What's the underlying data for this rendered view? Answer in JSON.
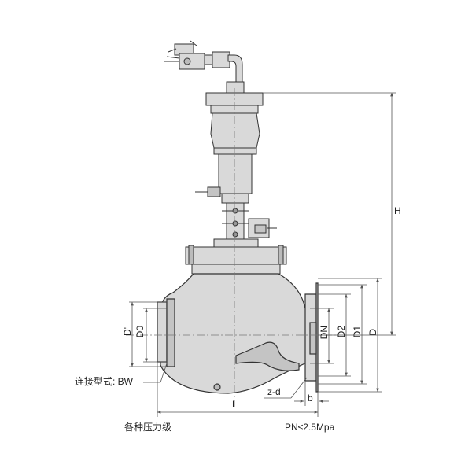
{
  "diagram": {
    "dimension_labels": {
      "H": "H",
      "D_prime": "D'",
      "D0": "D0",
      "DN": "DN",
      "D2": "D2",
      "D1": "D1",
      "D": "D",
      "L": "L",
      "b": "b",
      "z_d": "z-d"
    },
    "connection_label": "连接型式: BW",
    "pressure_class_label": "各种压力级",
    "pressure_rating_label": "PN≤2.5Mpa",
    "colors": {
      "body_fill": "#d9d9d9",
      "body_fill_dark": "#c4c4c4",
      "outline": "#333333",
      "dim_line": "#555555",
      "center_line": "#777777"
    }
  }
}
